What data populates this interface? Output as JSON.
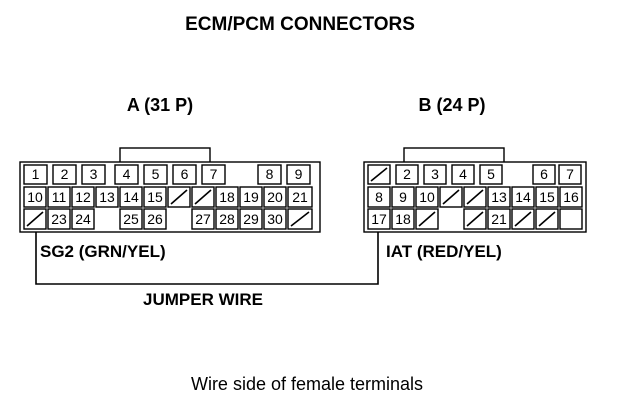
{
  "title": "ECM/PCM CONNECTORS",
  "connector_a": {
    "header": "A (31 P)",
    "rows": [
      [
        "1",
        "2",
        "3",
        "4",
        "5",
        "6",
        "7",
        "",
        "8",
        "9"
      ],
      [
        "10",
        "11",
        "12",
        "13",
        "14",
        "15",
        "/",
        "/",
        "18",
        "19",
        "20",
        "21"
      ],
      [
        "/",
        "23",
        "24",
        "",
        "25",
        "26",
        "",
        "27",
        "28",
        "29",
        "30",
        "/"
      ]
    ]
  },
  "connector_b": {
    "header": "B (24 P)",
    "rows": [
      [
        "/",
        "2",
        "3",
        "4",
        "5",
        "",
        "6",
        "7"
      ],
      [
        "8",
        "9",
        "10",
        "/",
        "/",
        "13",
        "14",
        "15",
        "16"
      ],
      [
        "17",
        "18",
        "/",
        "",
        "/",
        "21",
        "/",
        "/",
        ""
      ]
    ]
  },
  "labels": {
    "sg2": "SG2 (GRN/YEL)",
    "iat": "IAT (RED/YEL)",
    "jumper": "JUMPER WIRE"
  },
  "footer": "Wire side of female terminals"
}
